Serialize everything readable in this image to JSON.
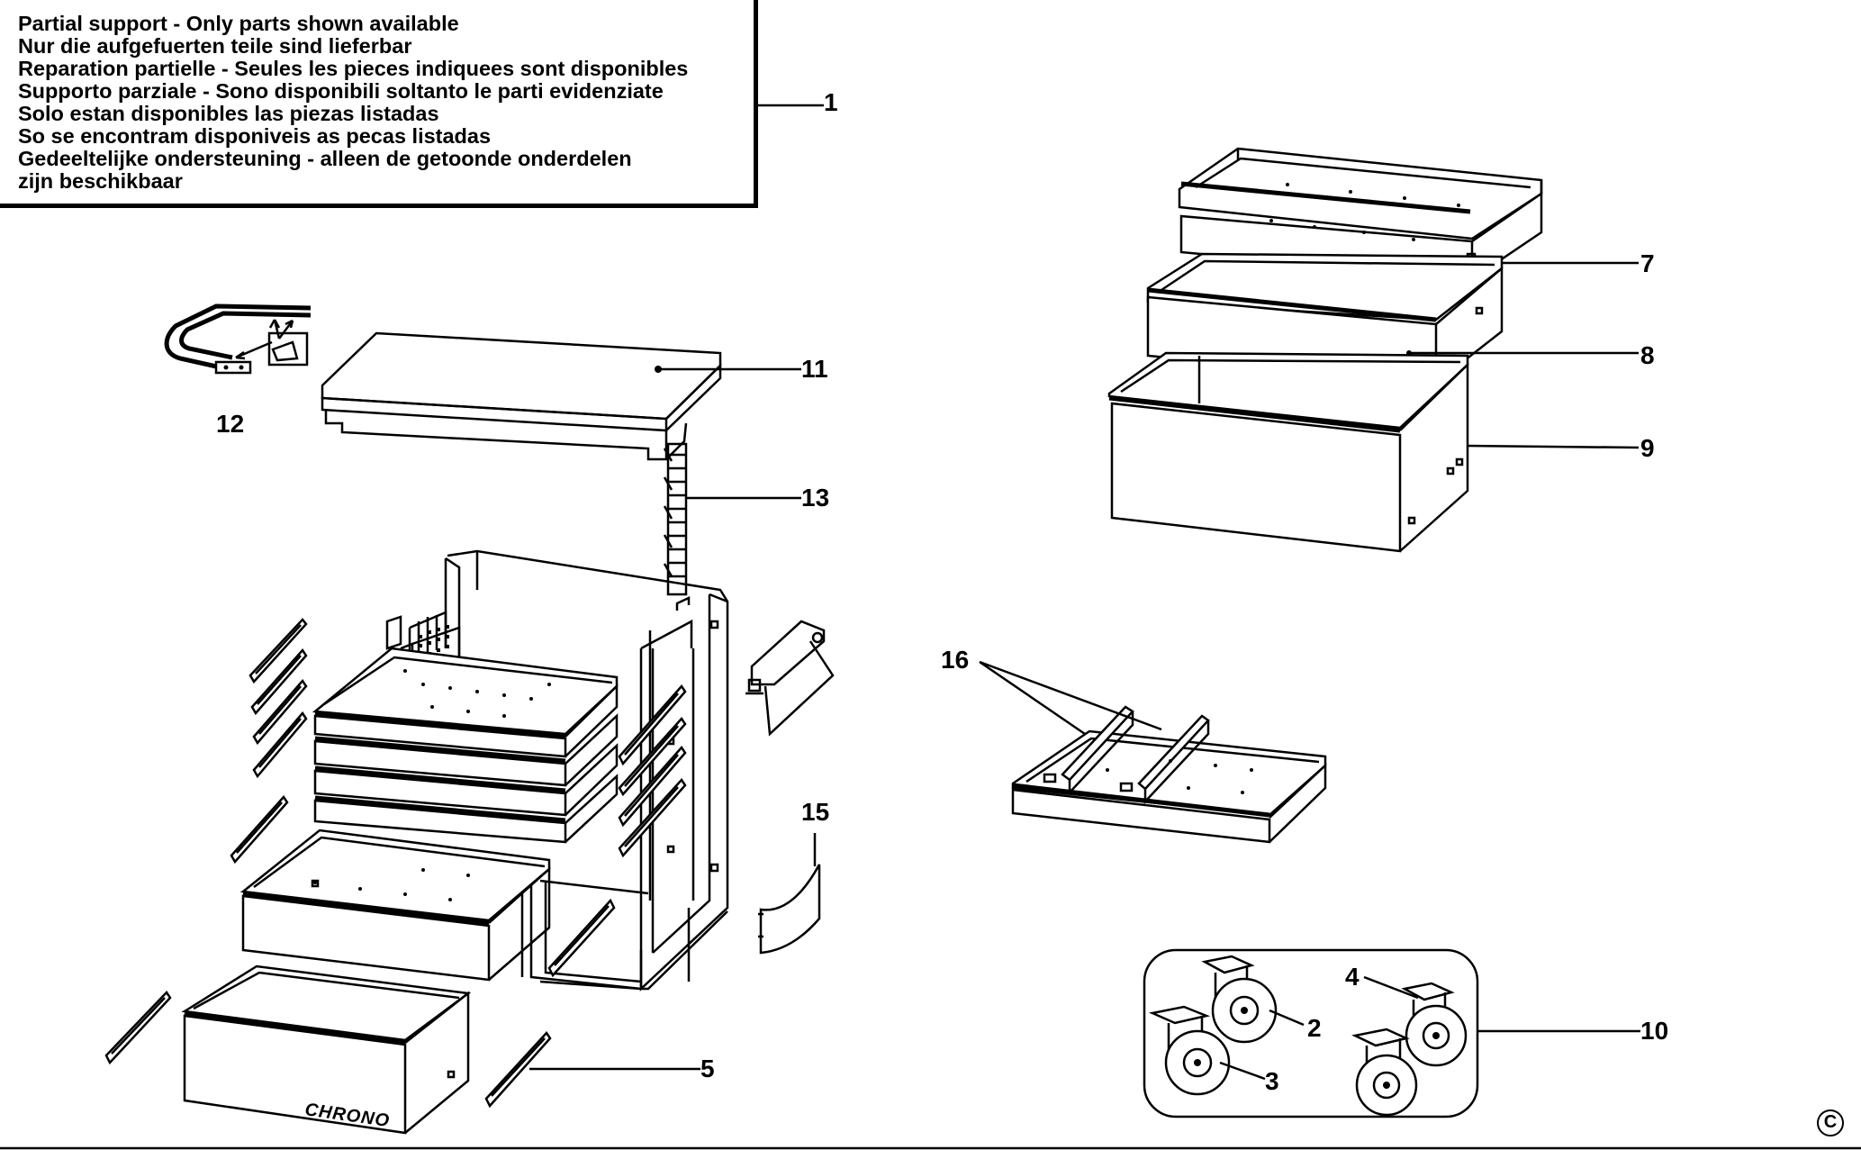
{
  "notice": {
    "lines": [
      "Partial support - Only parts shown available",
      "Nur die aufgefuerten teile sind lieferbar",
      "Reparation partielle - Seules les pieces indiquees sont disponibles",
      "Supporto parziale - Sono disponibili soltanto le parti evidenziate",
      "Solo estan disponibles las piezas listadas",
      "So se encontram disponiveis as pecas listadas",
      "Gedeeltelijke ondersteuning - alleen de getoonde onderdelen",
      "zijn beschikbaar"
    ]
  },
  "callouts": {
    "c1": "1",
    "c2": "2",
    "c3": "3",
    "c4": "4",
    "c5": "5",
    "c7": "7",
    "c8": "8",
    "c9": "9",
    "c10": "10",
    "c11": "11",
    "c12": "12",
    "c13": "13",
    "c15": "15",
    "c16": "16"
  },
  "brand_logo": "CHRONO",
  "copyright_symbol": "C"
}
